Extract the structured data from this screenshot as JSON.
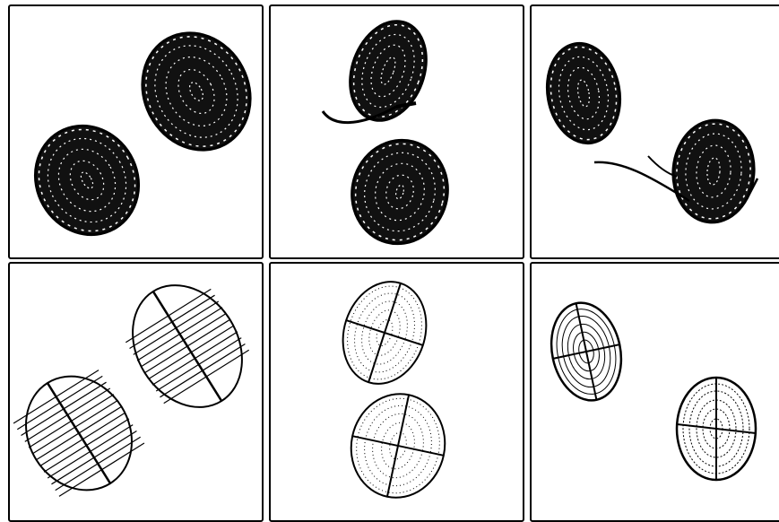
{
  "figure": {
    "rows": [
      {
        "style": "dense-mesh",
        "panels": [
          "panel-1",
          "panel-2",
          "panel-3"
        ]
      },
      {
        "style": "sparse-contour",
        "panels": [
          "panel-4",
          "panel-5",
          "panel-6"
        ]
      }
    ],
    "ink_color": "#000000",
    "background_color": "#ffffff"
  }
}
